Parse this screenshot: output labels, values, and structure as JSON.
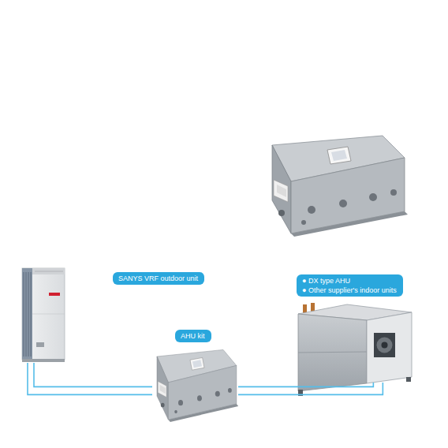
{
  "diagram": {
    "nodes": [
      {
        "text": [
          "SANYS VRF outdoor unit"
        ]
      },
      {
        "text": [
          "AHU kit"
        ]
      },
      {
        "text": [
          "● DX type AHU",
          "● Other supplier's indoor units"
        ]
      }
    ],
    "edges": [
      {
        "from": 0,
        "to": 1,
        "arrow": "none"
      },
      {
        "from": 1,
        "to": 2,
        "arrow": "none"
      }
    ]
  }
}
